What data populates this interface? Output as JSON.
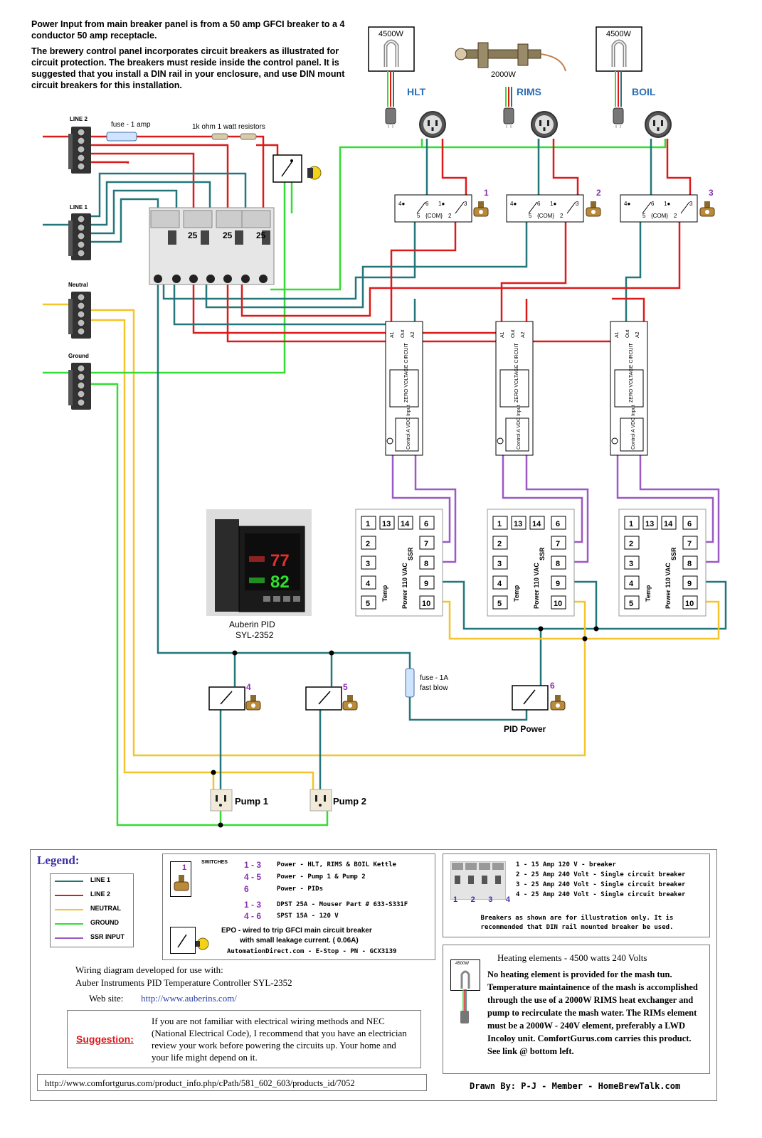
{
  "intro": {
    "para1": "Power Input from main breaker panel is from a 50 amp GFCI breaker to a 4 conductor 50 amp receptacle.",
    "para2": "The brewery control panel incorporates circuit breakers as illustrated for circuit protection. The breakers must reside inside the control panel. It is suggested that you install a DIN rail in your enclosure, and use DIN mount circuit breakers for this installation."
  },
  "heaters": {
    "hlt_watt": "4500W",
    "boil_watt": "4500W",
    "rims_watt": "2000W",
    "hlt_label": "HLT",
    "rims_label": "RIMS",
    "boil_label": "BOIL"
  },
  "terminals": {
    "line2": "LINE 2",
    "line1": "LINE 1",
    "neutral": "Neutral",
    "ground": "Ground"
  },
  "fuse_label": "fuse - 1 amp",
  "resistor_label": "1k ohm 1 watt resistors",
  "breaker_rating": "25",
  "dpst": {
    "pins_top": [
      "4●",
      "6",
      "1●",
      "3"
    ],
    "pins_bottom": [
      "5",
      "{COM}",
      "2"
    ],
    "numbers": [
      "1",
      "2",
      "3"
    ]
  },
  "ssr": {
    "a1": "A1",
    "out": "Out",
    "a2": "A2",
    "zero": "ZERO VOLTAGE CIRCUIT",
    "control": "Control A VDC Input"
  },
  "pid_terminals": {
    "left": [
      "1",
      "2",
      "3",
      "4",
      "5"
    ],
    "top": [
      "13",
      "14",
      "6"
    ],
    "right": [
      "7",
      "8",
      "9",
      "10"
    ],
    "ssr_label": "SSR",
    "temp_label": "Temp",
    "power_label": "Power 110 VAC"
  },
  "pid_photo": {
    "display_top": "77",
    "display_bottom": "82",
    "caption_line1": "Auberin PID",
    "caption_line2": "SYL-2352"
  },
  "lower": {
    "switch4": "4",
    "switch5": "5",
    "switch6": "6",
    "fuse2_line1": "fuse - 1A",
    "fuse2_line2": "fast blow",
    "pid_power": "PID Power",
    "pump1": "Pump 1",
    "pump2": "Pump 2"
  },
  "legend": {
    "title": "Legend:",
    "items": [
      {
        "label": "LINE 1",
        "color": "#23777b"
      },
      {
        "label": "LINE 2",
        "color": "#dd1a1a"
      },
      {
        "label": "NEUTRAL",
        "color": "#f3c52a"
      },
      {
        "label": "GROUND",
        "color": "#33dd33"
      },
      {
        "label": "SSR INPUT",
        "color": "#9b59c5"
      }
    ],
    "switches_label": "SWITCHES",
    "switch_icon_number": "1",
    "switch_rows": [
      {
        "num": "1 - 3",
        "text": "Power - HLT, RIMS & BOIL Kettle"
      },
      {
        "num": "4 - 5",
        "text": "Power - Pump 1 & Pump 2"
      },
      {
        "num": "6",
        "text": "Power - PIDs"
      },
      {
        "num": "1 - 3",
        "text": "DPST 25A - Mouser Part # 633-S331F"
      },
      {
        "num": "4 - 6",
        "text": "SPST 15A - 120 V"
      }
    ],
    "epo_line1": "EPO - wired to trip GFCI main circuit breaker",
    "epo_line2": "with small leakage current. ( 0.06A)",
    "epo_line3": "AutomationDirect.com  -  E-Stop  -  PN  -  GCX3139",
    "breakers": [
      "1 - 15 Amp 120 V - breaker",
      "2 - 25 Amp 240 Volt - Single circuit breaker",
      "3 - 25 Amp 240 Volt - Single circuit breaker",
      "4 - 25 Amp 240 Volt - Single circuit breaker"
    ],
    "breaker_nums": [
      "1",
      "2",
      "3",
      "4"
    ],
    "breaker_note_line1": "Breakers as shown are for illustration only. It is",
    "breaker_note_line2": "recommended that DIN rail mounted breaker be used.",
    "heating_title": "Heating elements - 4500 watts 240 Volts",
    "heating_icon_label": "4500W",
    "heating_body": "No heating element is provided for the mash tun. Temperature maintainence of the mash is accomplished through the use of a 2000W RIMS heat exchanger and pump to recirculate the mash water. The RIMs element must be a 2000W - 240V element, preferably a LWD Incoloy unit. ComfortGurus.com carries this product. See link @ bottom left.",
    "wiring_line1": "Wiring diagram developed for use with:",
    "wiring_line2": "Auber Instruments PID Temperature Controller SYL-2352",
    "website_label": "Web site:",
    "website": "http://www.auberins.com/",
    "suggestion_label": "Suggestion:",
    "suggestion_text": "If you are not familiar with electrical wiring methods and NEC (National Electrical Code), I recommend that you have an electrician review your work before powering the circuits up. Your home and your life might depend on it.",
    "url": "http://www.comfortgurus.com/product_info.php/cPath/581_602_603/products_id/7052",
    "drawn_by": "Drawn By: P-J - Member - HomeBrewTalk.com"
  },
  "colors": {
    "line1": "#23777b",
    "line2": "#dd1a1a",
    "neutral": "#f3c52a",
    "ground": "#33dd33",
    "ssr": "#9b59c5",
    "purple_num": "#8a2fb0",
    "heater_label": "#2a6fb5"
  }
}
